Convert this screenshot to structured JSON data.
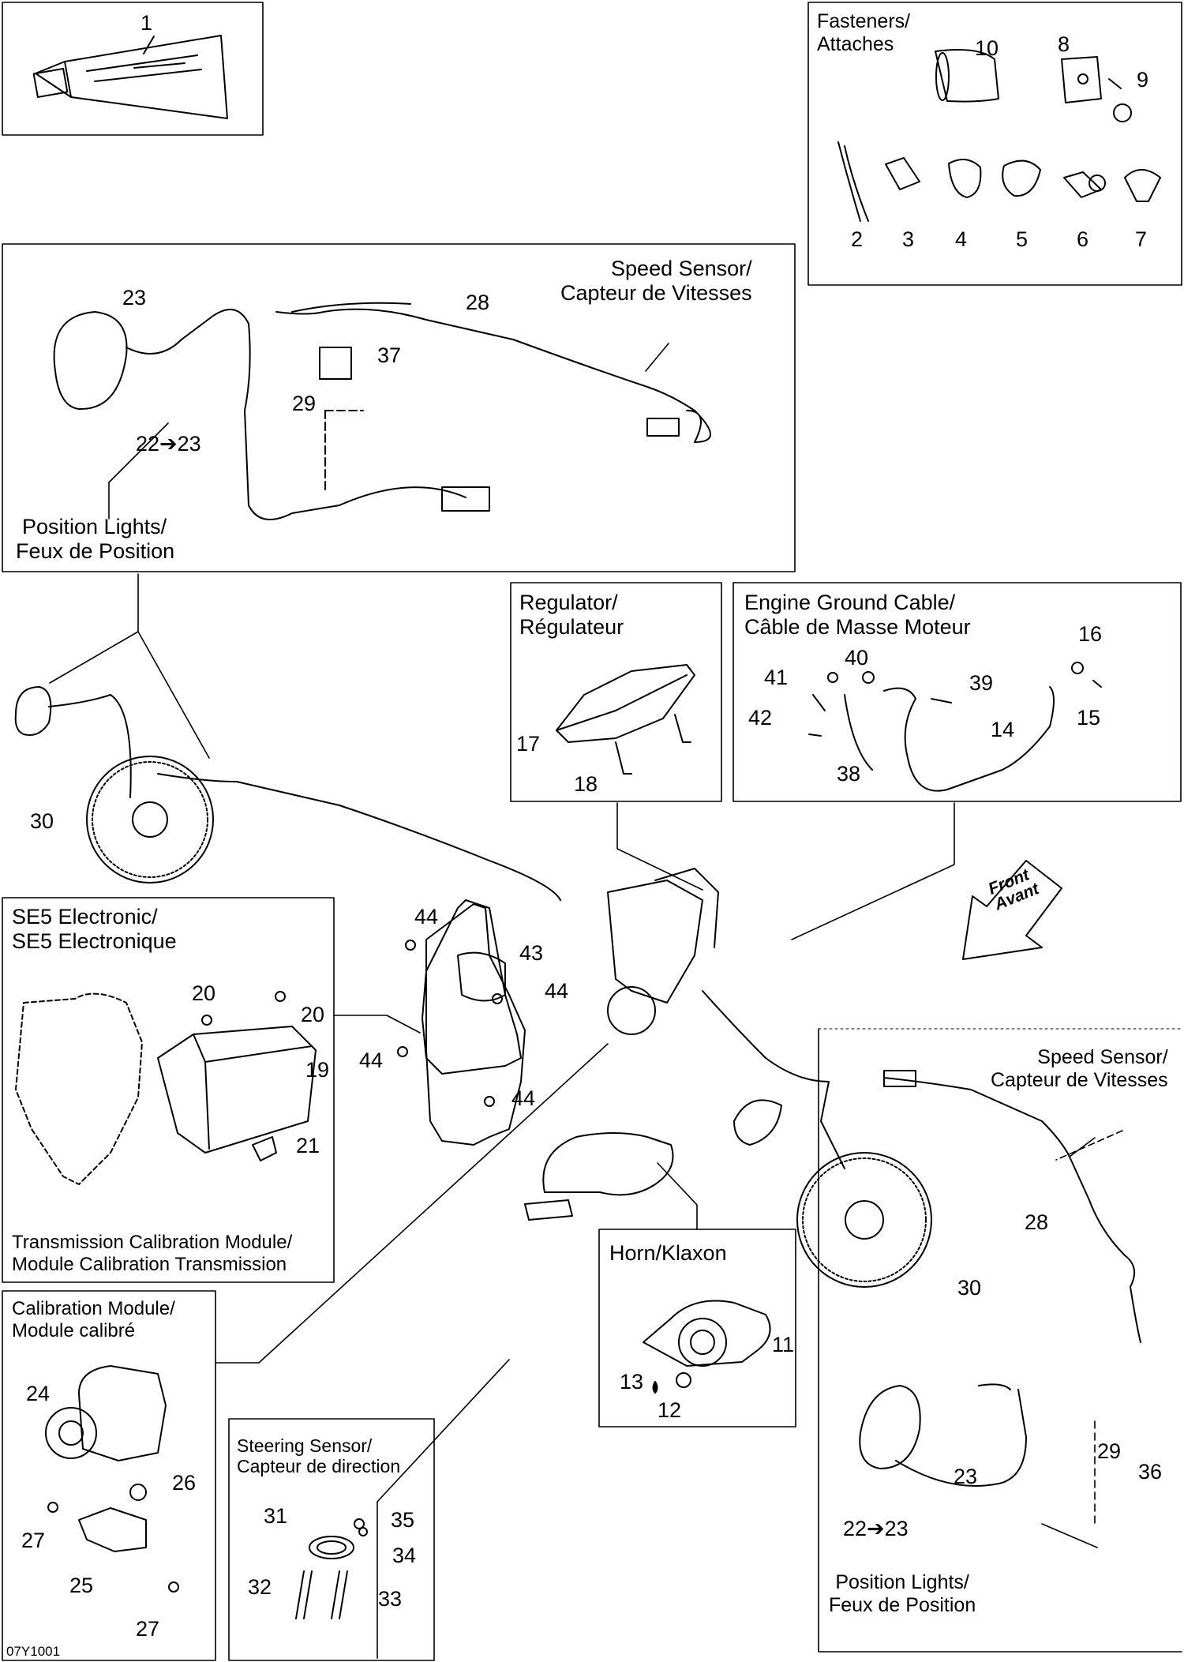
{
  "diagram_code": "07Y1001",
  "titles": {
    "fasteners": [
      "Fasteners/",
      "Attaches"
    ],
    "speed_sensor_top": [
      "Speed Sensor/",
      "Capteur de Vitesses"
    ],
    "position_lights_top": [
      "Position Lights/",
      "Feux de Position"
    ],
    "regulator": [
      "Regulator/",
      "Régulateur"
    ],
    "engine_ground": [
      "Engine Ground Cable/",
      "Câble de Masse Moteur"
    ],
    "se5": [
      "SE5 Electronic/",
      "SE5 Electronique"
    ],
    "tcm": [
      "Transmission Calibration Module/",
      "Module Calibration Transmission"
    ],
    "calibration": [
      "Calibration Module/",
      "Module calibré"
    ],
    "steering": [
      "Steering Sensor/",
      "Capteur de direction"
    ],
    "horn": [
      "Horn/Klaxon"
    ],
    "speed_sensor_bottom": [
      "Speed Sensor/",
      "Capteur de Vitesses"
    ],
    "position_lights_bottom": [
      "Position Lights/",
      "Feux de Position"
    ]
  },
  "front_arrow": [
    "Front",
    "Avant"
  ],
  "callouts": {
    "p1": "1",
    "p10": "10",
    "p8": "8",
    "p9": "9",
    "p2": "2",
    "p3": "3",
    "p4": "4",
    "p5": "5",
    "p6": "6",
    "p7": "7",
    "p23a": "23",
    "p28a": "28",
    "p37": "37",
    "p29a": "29",
    "p22a": "22➔23",
    "p16": "16",
    "p40": "40",
    "p41": "41",
    "p39": "39",
    "p42": "42",
    "p14": "14",
    "p15": "15",
    "p38": "38",
    "p17": "17",
    "p18": "18",
    "p30a": "30",
    "p44a": "44",
    "p43": "43",
    "p44b": "44",
    "p44c": "44",
    "p44d": "44",
    "p20a": "20",
    "p20b": "20",
    "p19": "19",
    "p21": "21",
    "p24": "24",
    "p26": "26",
    "p27a": "27",
    "p25": "25",
    "p27b": "27",
    "p31": "31",
    "p35": "35",
    "p34": "34",
    "p32": "32",
    "p33": "33",
    "p11": "11",
    "p13": "13",
    "p12": "12",
    "p28b": "28",
    "p30b": "30",
    "p29b": "29",
    "p23b": "23",
    "p36": "36",
    "p22b": "22➔23"
  }
}
